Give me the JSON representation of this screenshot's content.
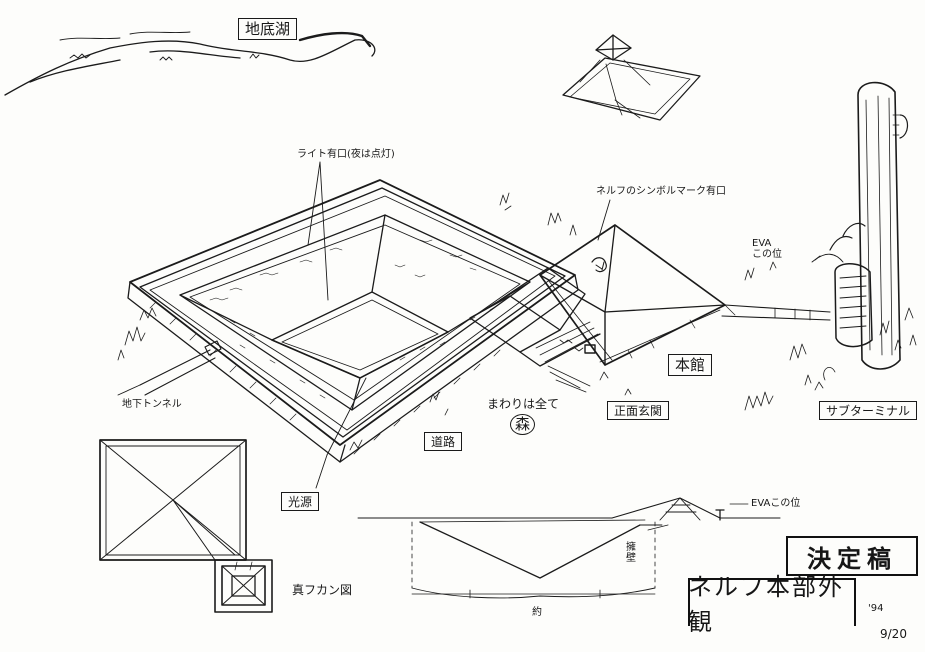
{
  "labels": {
    "underground_lake": "地底湖",
    "light_window": "ライト有口(夜は点灯)",
    "symbol_mark": "ネルフのシンボルマーク有口",
    "eva_note_top": "EVA\nこの位",
    "main_building": "本館",
    "surrounding_forest_prefix": "まわりは全て",
    "forest": "森",
    "front_entrance": "正面玄関",
    "underground_tunnel": "地下トンネル",
    "road": "道路",
    "light_source": "光源",
    "subterminal": "サブターミナル",
    "overhead_view": "真フカン図",
    "eva_note_section": "EVAこの位",
    "section_note_wall": "擁\n壁",
    "approx": "約",
    "stamp": "決定稿",
    "drawing_title": "ネルフ本部外観",
    "date_year": "'94",
    "date_day": "9/20"
  },
  "colors": {
    "ink": "#161616",
    "paper": "#fdfdfb"
  }
}
